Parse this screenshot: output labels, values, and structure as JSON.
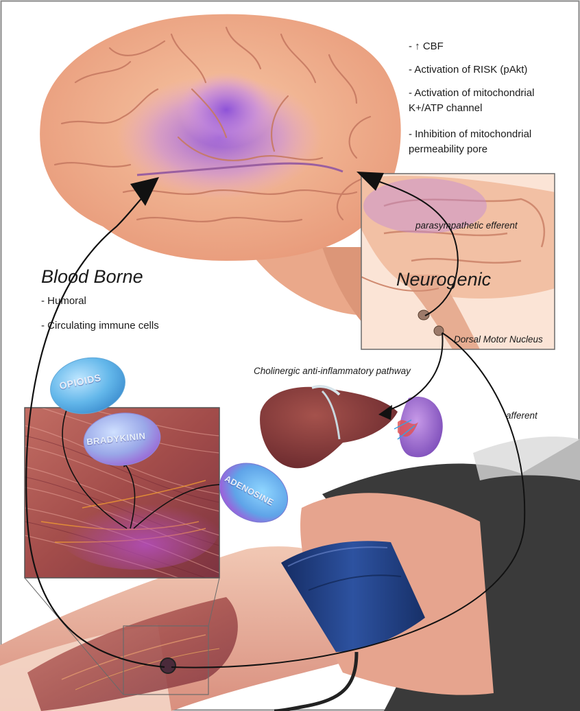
{
  "mechanisms": {
    "cbf": "- ↑ CBF",
    "risk": "- Activation of RISK (pAkt)",
    "katp_line1": "- Activation of mitochondrial",
    "katp_line2": "K+/ATP channel",
    "mpt_line1": "- Inhibition of mitochondrial",
    "mpt_line2": "permeability pore"
  },
  "blood_borne": {
    "title": "Blood Borne",
    "items": [
      "- Humoral",
      "- Circulating immune cells"
    ]
  },
  "neurogenic": {
    "title": "Neurogenic",
    "efferent": "parasympathetic efferent",
    "nucleus": "Dorsal Motor Nucleus"
  },
  "pathway_label": "Cholinergic anti-inflammatory pathway",
  "afferent_label": "afferent",
  "mediators": [
    "OPIOIDS",
    "BRADYKININ",
    "ADENOSINE"
  ],
  "colors": {
    "brain": "#f2b48e",
    "brain_highlight": "#b77ad8",
    "muscle": "#a5504a",
    "cuff": "#1f3a78",
    "pill": "#7fc6ee",
    "arrow": "#111111"
  }
}
